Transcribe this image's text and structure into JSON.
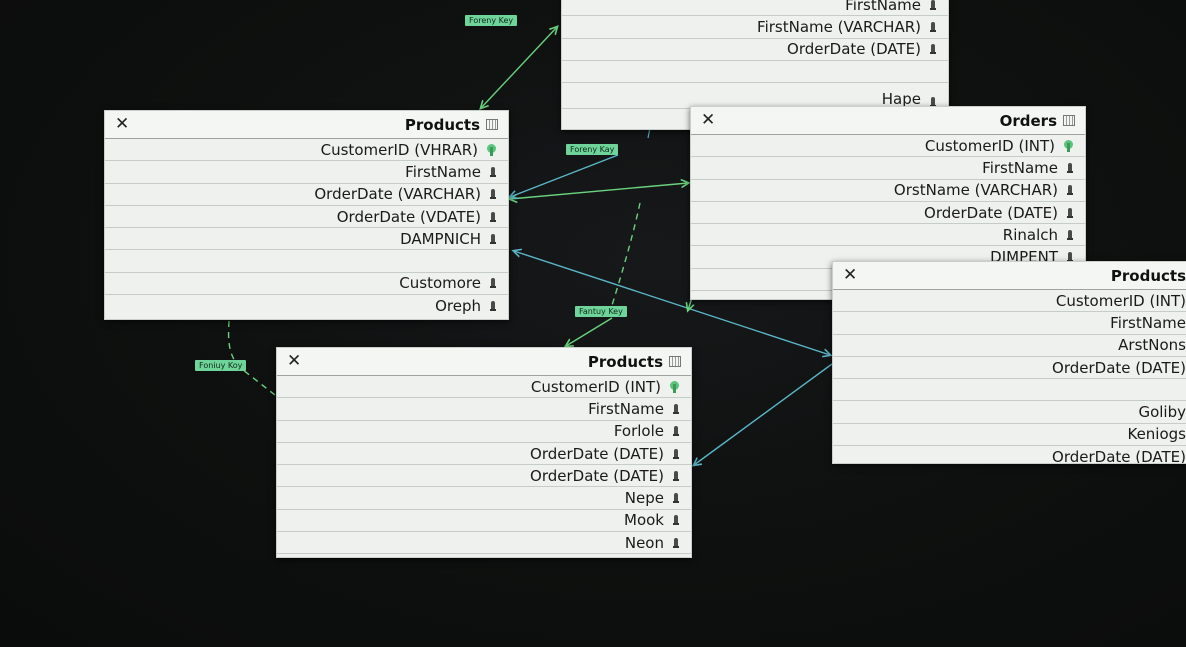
{
  "colors": {
    "background": "#0e100f",
    "table_bg": "#eef1ee",
    "relation_green": "#6ad27e",
    "relation_blue": "#5ab6c8",
    "label_bg": "#6fd49a"
  },
  "icons": {
    "attribute": "attribute-icon",
    "primary_key": "key-icon",
    "table": "table-icon",
    "close": "close-icon"
  },
  "labels": [
    "Foreny Key",
    "Foreny Kay",
    "Fantuy Key",
    "Foniuy Koy"
  ],
  "tables": [
    {
      "id": "top",
      "title": "",
      "rows": [
        {
          "text": "FirstName",
          "icon": "attribute"
        },
        {
          "text": "FirstName (VARCHAR)",
          "icon": "attribute"
        },
        {
          "text": "OrderDate (DATE)",
          "icon": "attribute"
        },
        {
          "text": "",
          "icon": "none"
        },
        {
          "text": "Hape",
          "icon": "attribute"
        }
      ]
    },
    {
      "id": "products-left",
      "title": "Products",
      "rows": [
        {
          "text": "CustomerID (VHRAR)",
          "icon": "key"
        },
        {
          "text": "FirstName",
          "icon": "attribute"
        },
        {
          "text": "OrderDate (VARCHAR)",
          "icon": "attribute"
        },
        {
          "text": "OrderDate (VDATE)",
          "icon": "attribute"
        },
        {
          "text": "DAMPNICH",
          "icon": "attribute"
        },
        {
          "text": "",
          "icon": "none"
        },
        {
          "text": "Customore",
          "icon": "attribute"
        },
        {
          "text": "Oreph",
          "icon": "attribute"
        }
      ]
    },
    {
      "id": "orders",
      "title": "Orders",
      "rows": [
        {
          "text": "CustomerID (INT)",
          "icon": "key"
        },
        {
          "text": "FirstName",
          "icon": "attribute"
        },
        {
          "text": "OrstName (VARCHAR)",
          "icon": "attribute"
        },
        {
          "text": "OrderDate (DATE)",
          "icon": "attribute"
        },
        {
          "text": "Rinalch",
          "icon": "attribute"
        },
        {
          "text": "DIMPENT",
          "icon": "attribute"
        },
        {
          "text": "",
          "icon": "none"
        }
      ]
    },
    {
      "id": "products-bottom",
      "title": "Products",
      "rows": [
        {
          "text": "CustomerID (INT)",
          "icon": "key"
        },
        {
          "text": "FirstName",
          "icon": "attribute"
        },
        {
          "text": "Forlole",
          "icon": "attribute"
        },
        {
          "text": "OrderDate (DATE)",
          "icon": "attribute"
        },
        {
          "text": "OrderDate (DATE)",
          "icon": "attribute"
        },
        {
          "text": "Nepe",
          "icon": "attribute"
        },
        {
          "text": "Mook",
          "icon": "attribute"
        },
        {
          "text": "Neon",
          "icon": "attribute"
        }
      ]
    },
    {
      "id": "products-right",
      "title": "Products",
      "rows": [
        {
          "text": "CustomerID (INT)",
          "icon": "none"
        },
        {
          "text": "FirstName",
          "icon": "none"
        },
        {
          "text": "ArstNons",
          "icon": "none"
        },
        {
          "text": "OrderDate (DATE)",
          "icon": "none"
        },
        {
          "text": "",
          "icon": "none"
        },
        {
          "text": "Goliby",
          "icon": "none"
        },
        {
          "text": "Keniogs",
          "icon": "none"
        },
        {
          "text": "OrderDate (DATE)",
          "icon": "none"
        }
      ]
    }
  ]
}
